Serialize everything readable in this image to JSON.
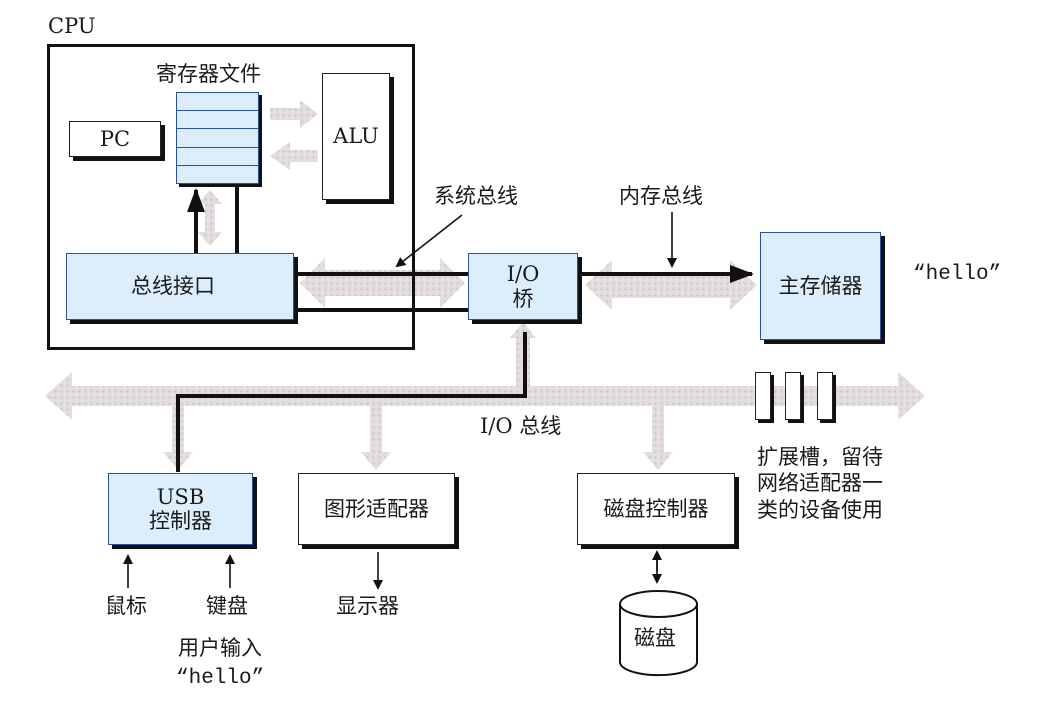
{
  "diagram": {
    "cpu_label": "CPU",
    "register_file_label": "寄存器文件",
    "register_rows": 5,
    "pc_label": "PC",
    "alu_label": "ALU",
    "bus_interface_label": "总线接口",
    "system_bus_label": "系统总线",
    "memory_bus_label": "内存总线",
    "io_bridge_label_line1": "I/O",
    "io_bridge_label_line2": "桥",
    "main_memory_label": "主存储器",
    "memory_content": "“hello”",
    "io_bus_label": "I/O 总线",
    "usb_controller_line1": "USB",
    "usb_controller_line2": "控制器",
    "graphics_adapter_label": "图形适配器",
    "disk_controller_label": "磁盘控制器",
    "mouse_label": "鼠标",
    "keyboard_label": "键盘",
    "display_label": "显示器",
    "disk_label": "磁盘",
    "user_input_label": "用户输入",
    "user_input_value": "“hello”",
    "expansion_slots_count": 3,
    "expansion_slots_line1": "扩展槽，留待",
    "expansion_slots_line2": "网络适配器一",
    "expansion_slots_line3": "类的设备使用"
  },
  "colors": {
    "component_fill": "#dcedfb",
    "component_border": "#2d4f9c",
    "bus_fill": "#d9d3d3",
    "data_path": "#000000"
  }
}
